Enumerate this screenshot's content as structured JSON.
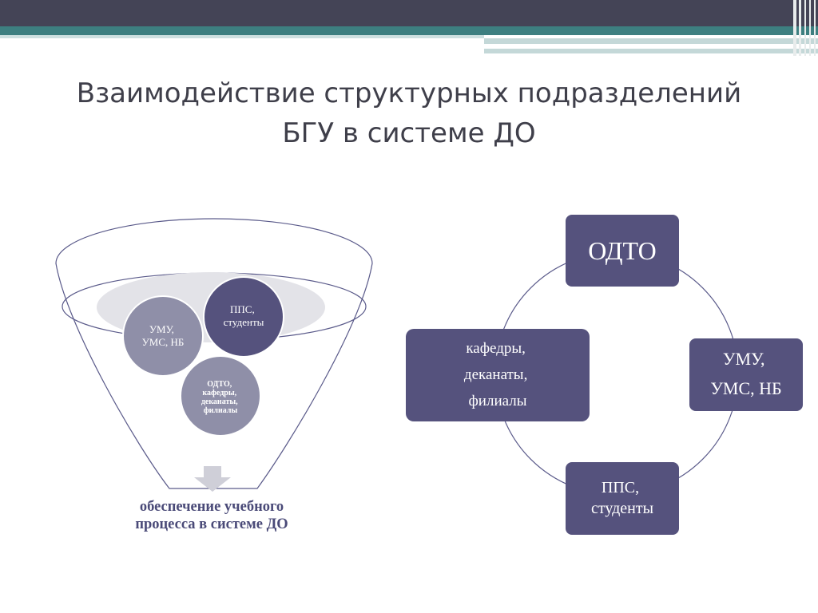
{
  "slide": {
    "title_line1": "Взаимодействие структурных подразделений",
    "title_line2": "БГУ в системе ДО"
  },
  "funnel": {
    "circles": [
      {
        "id": "umu",
        "lines": [
          "УМУ,",
          "УМС, НБ"
        ]
      },
      {
        "id": "pps",
        "lines": [
          "ППС,",
          "студенты"
        ]
      },
      {
        "id": "odto",
        "lines": [
          "ОДТО,",
          "кафедры,",
          "деканаты,",
          "филиалы"
        ]
      }
    ],
    "caption_line1": "обеспечение учебного",
    "caption_line2": "процесса в системе ДО"
  },
  "cycle": {
    "nodes": [
      {
        "id": "odto",
        "lines": [
          "ОДТО"
        ]
      },
      {
        "id": "umu",
        "lines": [
          "УМУ,",
          "УМС, НБ"
        ]
      },
      {
        "id": "pps",
        "lines": [
          "ППС,",
          "студенты"
        ]
      },
      {
        "id": "kafedry",
        "lines": [
          "кафедры,",
          "деканаты,",
          "филиалы"
        ]
      }
    ]
  },
  "colors": {
    "box_fill": "#55527d",
    "circle_gray": "#8f8fa8",
    "outline": "#5a5a8a",
    "teal": "#3d7f80",
    "dark_bar": "#444456"
  }
}
